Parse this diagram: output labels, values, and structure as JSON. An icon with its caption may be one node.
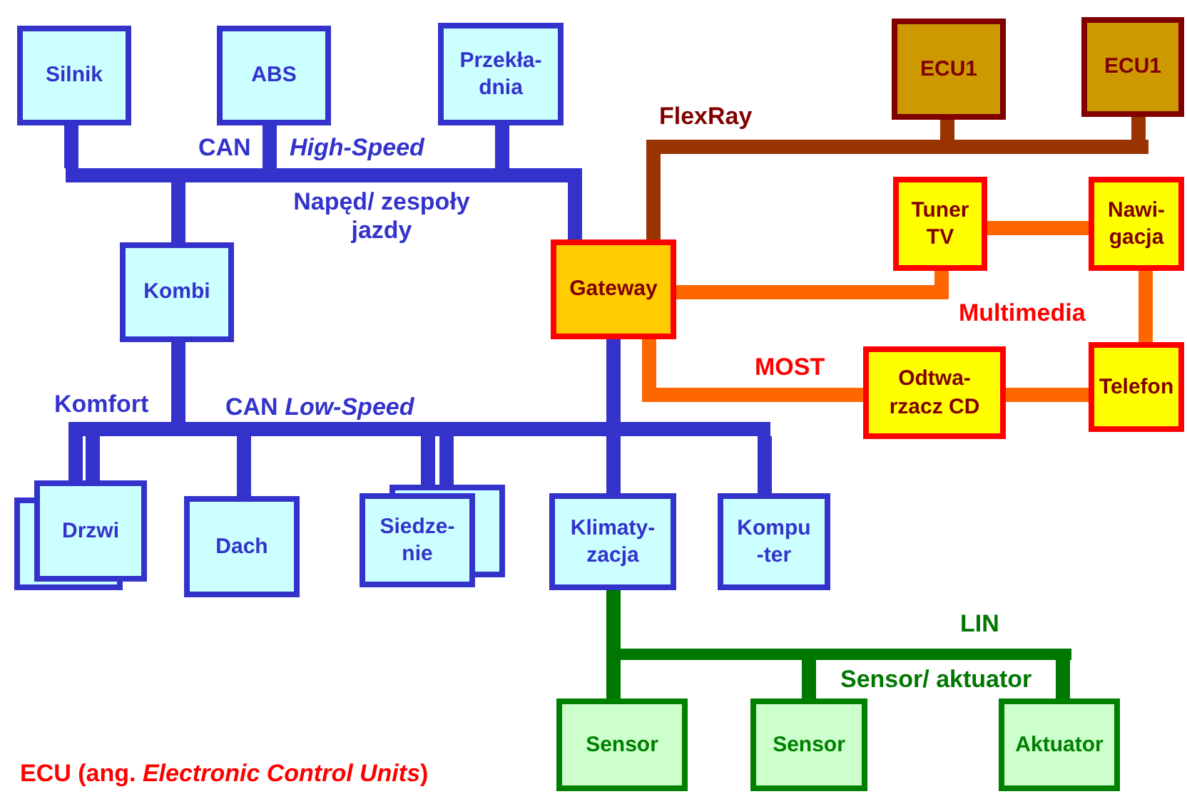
{
  "diagram": {
    "caption": "ECU (ang. *Electronic Control Units*)",
    "nodes": [
      {
        "text": [
          "Silnik"
        ]
      },
      {
        "text": [
          "ABS"
        ]
      },
      {
        "text": [
          "Przekła- dnia"
        ]
      },
      {
        "text": [
          "ECU1"
        ]
      },
      {
        "text": [
          "ECU1"
        ]
      },
      {
        "text": [],
        "shape": "bar",
        "beside": [
          "CAN",
          "High-Speed",
          "Napęd/ zespoły jazdy"
        ]
      },
      {
        "text": [],
        "shape": "bar",
        "beside": [
          "FlexRay"
        ]
      },
      {
        "text": [
          "Kombi"
        ]
      },
      {
        "text": [
          "Tuner TV"
        ]
      },
      {
        "text": [
          "Nawi- gacja"
        ]
      },
      {
        "text": [
          "Gateway"
        ]
      },
      {
        "text": [
          "Odtwa- rzacz CD"
        ]
      },
      {
        "text": [
          "Telefon"
        ]
      },
      {
        "text": [],
        "shape": "bar",
        "beside": [
          "Komfort",
          "CAN *Low-Speed*"
        ]
      },
      {
        "text": [
          "Drzwi"
        ]
      },
      {
        "text": [
          "Dach"
        ]
      },
      {
        "text": [
          "Siedze- nie"
        ]
      },
      {
        "text": [
          "Klimaty- zacja"
        ]
      },
      {
        "text": [
          "Kompu -ter"
        ]
      },
      {
        "text": [],
        "shape": "bar",
        "beside": [
          "LIN",
          "Sensor/ aktuator"
        ]
      },
      {
        "text": [
          "Sensor"
        ]
      },
      {
        "text": [
          "Sensor"
        ]
      },
      {
        "text": [
          "Aktuator"
        ]
      }
    ],
    "edges": [
      {
        "from": 0,
        "to": 5,
        "arrow": "none"
      },
      {
        "from": 1,
        "to": 5,
        "arrow": "none"
      },
      {
        "from": 2,
        "to": 5,
        "arrow": "none"
      },
      {
        "from": 7,
        "to": 5,
        "arrow": "none"
      },
      {
        "from": 10,
        "to": 5,
        "arrow": "none"
      },
      {
        "from": 3,
        "to": 6,
        "arrow": "none",
        "color": "#993300"
      },
      {
        "from": 4,
        "to": 6,
        "arrow": "none",
        "color": "#993300"
      },
      {
        "from": 10,
        "to": 6,
        "arrow": "none",
        "color": "#993300"
      },
      {
        "from": 10,
        "to": 8,
        "arrow": "none",
        "color": "#ff6600"
      },
      {
        "from": 8,
        "to": 9,
        "arrow": "none",
        "color": "#ff6600"
      },
      {
        "from": 9,
        "to": 12,
        "arrow": "none",
        "color": "#ff6600"
      },
      {
        "from": 12,
        "to": 11,
        "arrow": "none",
        "color": "#ff6600"
      },
      {
        "from": 11,
        "to": 10,
        "arrow": "none",
        "color": "#ff6600"
      },
      {
        "from": 7,
        "to": 13,
        "arrow": "none"
      },
      {
        "from": 14,
        "to": 13,
        "arrow": "none"
      },
      {
        "from": 14,
        "to": 13,
        "arrow": "none"
      },
      {
        "from": 15,
        "to": 13,
        "arrow": "none"
      },
      {
        "from": 16,
        "to": 13,
        "arrow": "none"
      },
      {
        "from": 16,
        "to": 13,
        "arrow": "none"
      },
      {
        "from": 10,
        "to": 13,
        "arrow": "none"
      },
      {
        "from": 17,
        "to": 13,
        "arrow": "none"
      },
      {
        "from": 18,
        "to": 13,
        "arrow": "none"
      },
      {
        "from": 17,
        "to": 19,
        "arrow": "none",
        "color": "#007700"
      },
      {
        "from": 20,
        "to": 19,
        "arrow": "none",
        "color": "#007700"
      },
      {
        "from": 21,
        "to": 19,
        "arrow": "none",
        "color": "#007700"
      },
      {
        "from": 22,
        "to": 19,
        "arrow": "none",
        "color": "#007700"
      }
    ],
    "labels": [
      "Multimedia",
      "MOST"
    ]
  }
}
